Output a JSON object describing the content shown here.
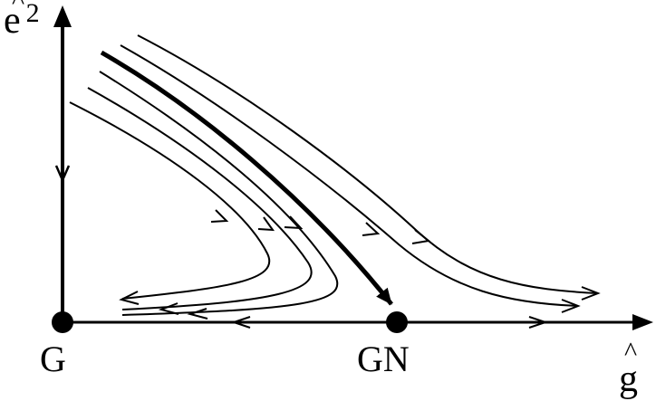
{
  "axes": {
    "y_label": {
      "symbol": "e",
      "hat": "^",
      "superscript": "2"
    },
    "x_label": {
      "symbol": "g",
      "hat": "^"
    }
  },
  "fixed_points": [
    {
      "id": "G",
      "label": "G"
    },
    {
      "id": "GN",
      "label": "GN"
    }
  ],
  "colors": {
    "ink": "#000000",
    "background": "#ffffff"
  }
}
